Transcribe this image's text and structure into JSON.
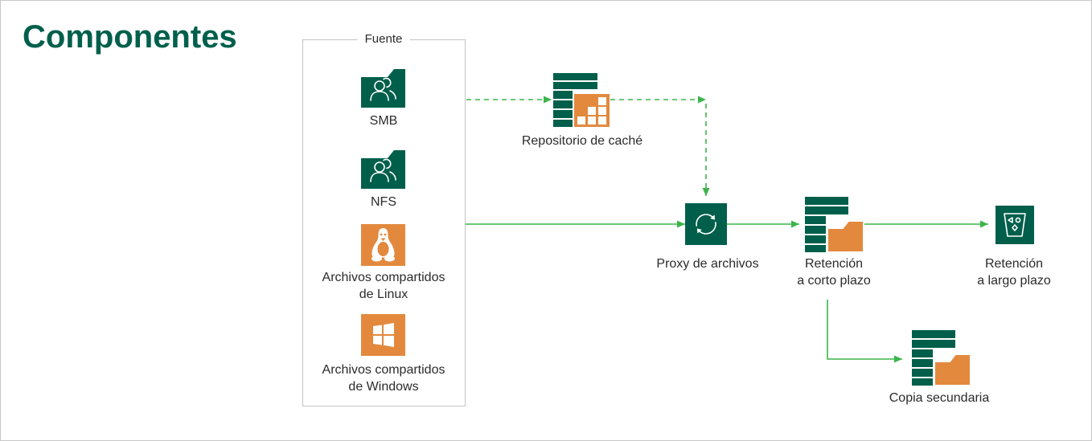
{
  "title": "Componentes",
  "source": {
    "legend": "Fuente",
    "items": [
      {
        "icon": "smb-share-icon",
        "label_lines": [
          "SMB"
        ]
      },
      {
        "icon": "nfs-share-icon",
        "label_lines": [
          "NFS"
        ]
      },
      {
        "icon": "linux-icon",
        "label_lines": [
          "Archivos compartidos",
          "de Linux"
        ]
      },
      {
        "icon": "windows-icon",
        "label_lines": [
          "Archivos compartidos",
          "de Windows"
        ]
      }
    ]
  },
  "nodes": {
    "cache_repository": {
      "icon": "cache-repository-icon",
      "label_lines": [
        "Repositorio de caché"
      ]
    },
    "file_proxy": {
      "icon": "file-proxy-icon",
      "label_lines": [
        "Proxy de archivos"
      ]
    },
    "short_term_retention": {
      "icon": "short-term-storage-icon",
      "label_lines": [
        "Retención",
        "a corto plazo"
      ]
    },
    "long_term_retention": {
      "icon": "object-storage-bucket-icon",
      "label_lines": [
        "Retención",
        "a largo plazo"
      ]
    },
    "secondary_copy": {
      "icon": "secondary-storage-icon",
      "label_lines": [
        "Copia secundaria"
      ]
    }
  },
  "colors": {
    "brand_green": "#005f4b",
    "accent_orange": "#e3893e",
    "connector_green": "#3cb54a",
    "border_gray": "#c8c8c8"
  }
}
